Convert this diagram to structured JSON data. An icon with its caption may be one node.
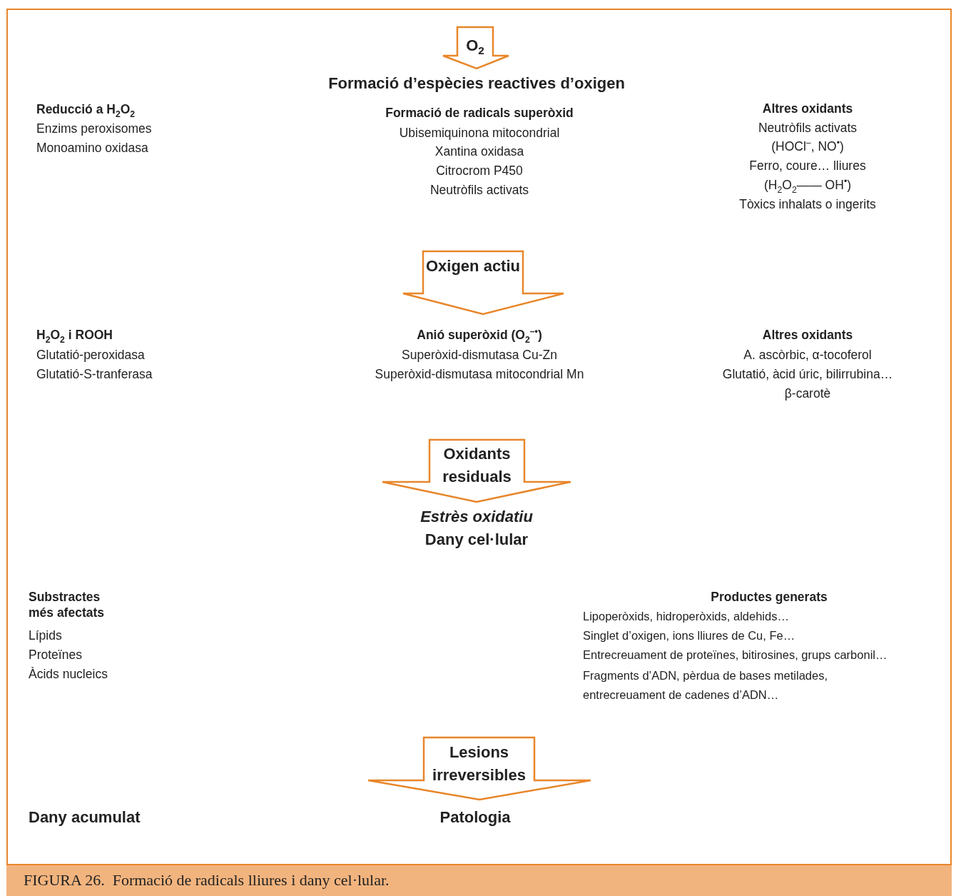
{
  "diagram": {
    "caption": "FIGURA 26.  Formació de radicals lliures i dany cel·lular.",
    "nodes": [
      {
        "text": [
          "O$_{2}$"
        ]
      },
      {
        "text": [
          "Oxigen actiu"
        ]
      },
      {
        "text": [
          "Oxidants residuals"
        ]
      },
      {
        "text": [
          "Lesions irreversibles"
        ]
      }
    ],
    "labels": [
      "Formació d’espècies reactives d’oxigen",
      "Reducció a H$_{2}$O$_{2}$",
      "Enzims peroxisomes",
      "Monoamino oxidasa",
      "Formació de radicals superòxid",
      "Ubisemiquinona mitocondrial",
      "Xantina oxidasa",
      "Citrocrom P450",
      "Neutròfils activats",
      "Altres oxidants",
      "Neutròfils activats",
      "(HOCl$^{–}$, NO$^{•}$)",
      "Ferro, coure… lliures",
      "(H$_{2}$O$_{2}$—— OH$^{•}$)",
      "Tòxics inhalats o ingerits",
      "H$_{2}$O$_{2}$ i ROOH",
      "Glutatió-peroxidasa",
      "Glutatió-S-tranferasa",
      "Anió superòxid (O$_{2}$$^{–•}$)",
      "Superòxid-dismutasa Cu-Zn",
      "Superòxid-dismutasa mitocondrial Mn",
      "Altres oxidants",
      "A. ascòrbic, α-tocoferol",
      "Glutatió, àcid úric, bilirrubina…",
      "β-carotè",
      "Estrès oxidatiu",
      "Dany cel·lular",
      "Substractes més afectats",
      "Lípids",
      "Proteïnes",
      "Àcids nucleics",
      "Productes generats",
      "Lipoperòxids, hidroperòxids, aldehids…",
      "Singlet d’oxigen, ions lliures de Cu, Fe…",
      "Entrecreuament de proteïnes, bitirosines, grups carbonil…",
      "Fragments d’ADN, pèrdua de bases metilades, entrecreuament de cadenes d’ADN…",
      "Dany acumulat",
      "Patologia"
    ]
  }
}
